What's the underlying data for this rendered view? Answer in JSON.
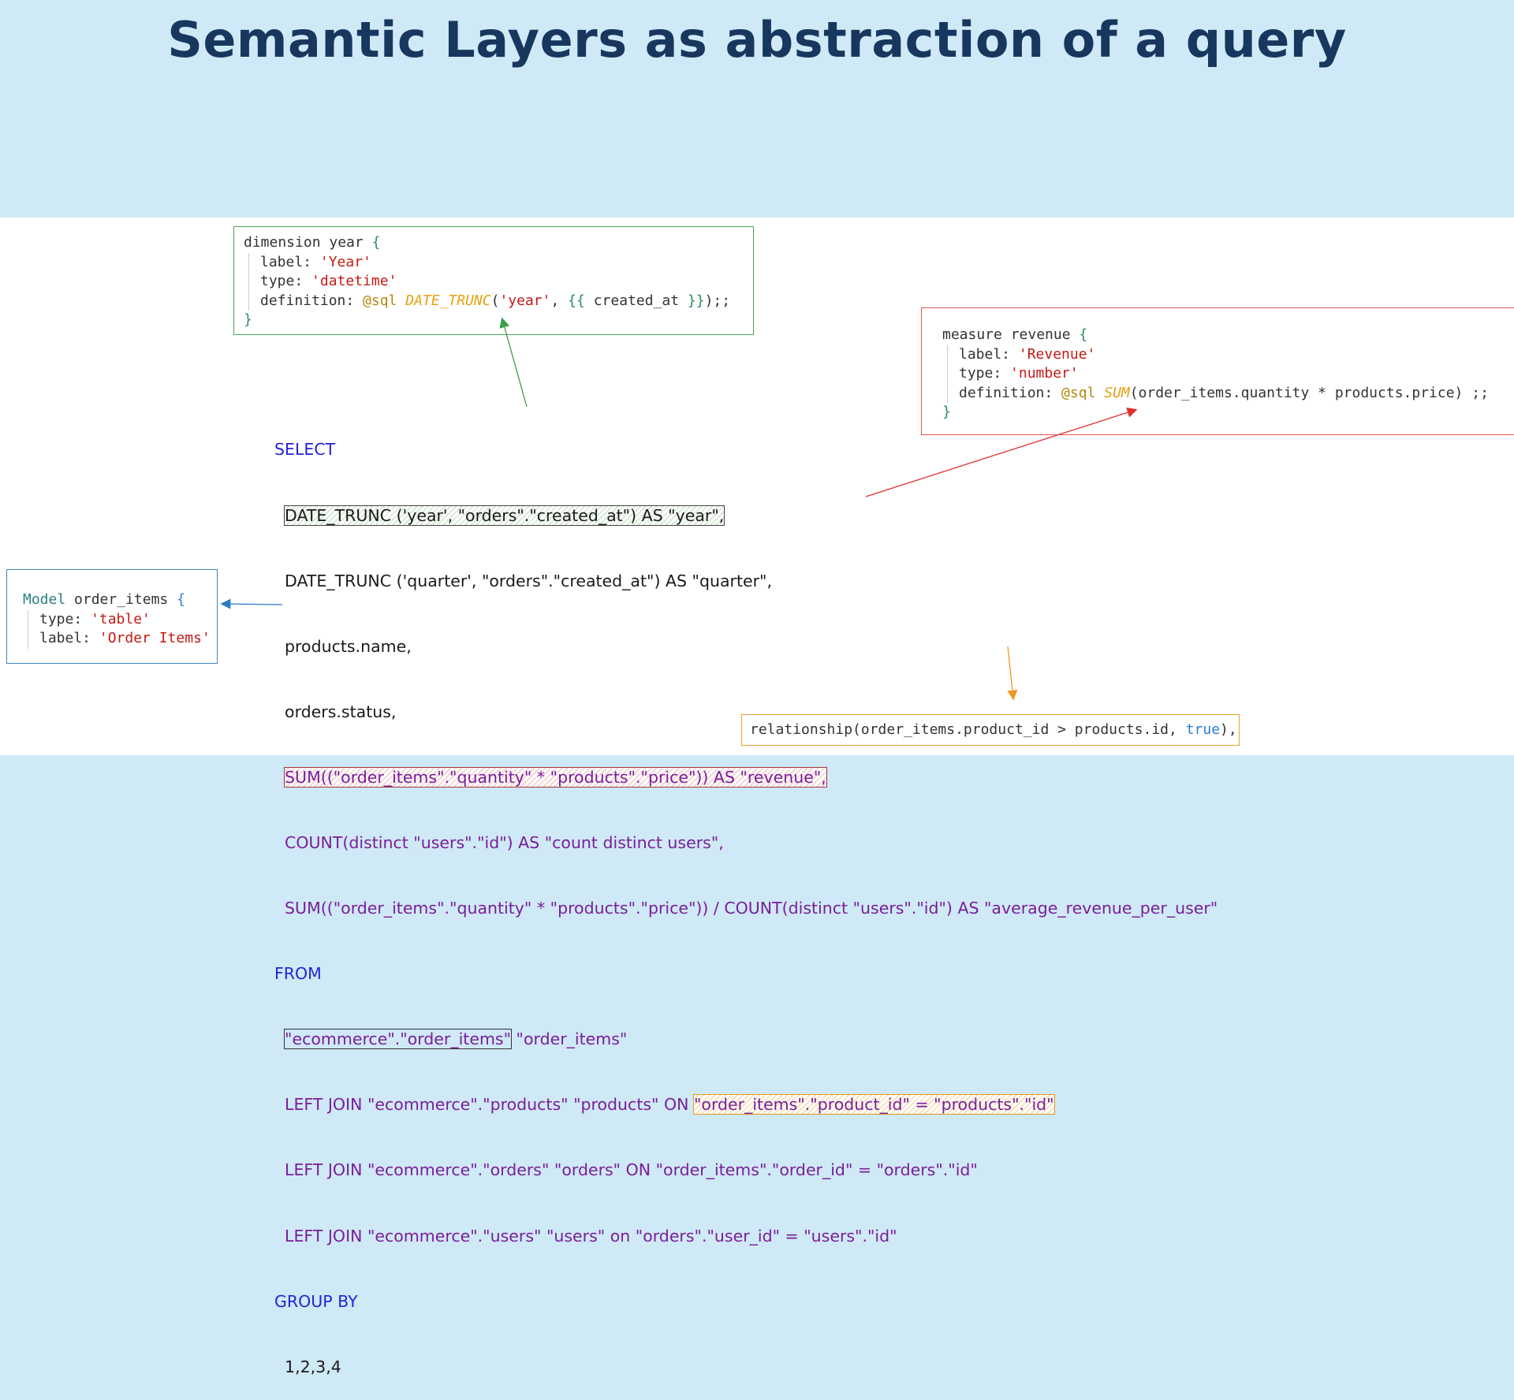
{
  "title": "Semantic Layers as abstraction of a query",
  "dimension_box": {
    "line1_kw": "dimension year ",
    "line1_brace": "{",
    "label_key": "label: ",
    "label_val": "'Year'",
    "type_key": "type: ",
    "type_val": "'datetime'",
    "def_key": "definition: ",
    "def_at": "@sql ",
    "def_fn": "DATE_TRUNC",
    "def_open": "(",
    "def_arg": "'year'",
    "def_mid": ", ",
    "def_tmpl_open": "{{",
    "def_field": " created_at ",
    "def_tmpl_close": "}}",
    "def_end": ");;",
    "close_brace": "}"
  },
  "measure_box": {
    "line1_kw": "measure revenue ",
    "line1_brace": "{",
    "label_key": "label: ",
    "label_val": "'Revenue'",
    "type_key": "type: ",
    "type_val": "'number'",
    "def_key": "definition: ",
    "def_at": "@sql ",
    "def_fn": "SUM",
    "def_expr": "(order_items.quantity * products.price) ;;",
    "close_brace": "}"
  },
  "model_box": {
    "line1_kw": "Model ",
    "line1_name": "order_items ",
    "line1_brace": "{",
    "type_key": "type: ",
    "type_val": "'table'",
    "label_key": "label: ",
    "label_val": "'Order Items'"
  },
  "relationship_box": {
    "text": "relationship(order_items.product_id > products.id, ",
    "bool": "true",
    "end": "),"
  },
  "sql": {
    "select": "SELECT",
    "l1": "DATE_TRUNC ('year', \"orders\".\"created_at\") AS \"year\",",
    "l2": "DATE_TRUNC ('quarter', \"orders\".\"created_at\") AS \"quarter\",",
    "l3": "products.name,",
    "l4": "orders.status,",
    "l5": "SUM((\"order_items\".\"quantity\" * \"products\".\"price\")) AS \"revenue\",",
    "l6": "COUNT(distinct \"users\".\"id\") AS \"count distinct users\",",
    "l7": "SUM((\"order_items\".\"quantity\" * \"products\".\"price\")) / COUNT(distinct \"users\".\"id\") AS \"average_revenue_per_user\"",
    "from": "FROM",
    "f1_hl": "\"ecommerce\".\"order_items\"",
    "f1_rest": " \"order_items\"",
    "j1_pre": "LEFT JOIN \"ecommerce\".\"products\" \"products\" ON ",
    "j1_hl": "\"order_items\".\"product_id\" = \"products\".\"id\"",
    "j2": "LEFT JOIN \"ecommerce\".\"orders\" \"orders\" ON \"order_items\".\"order_id\" = \"orders\".\"id\"",
    "j3": "LEFT JOIN \"ecommerce\".\"users\" \"users\" on \"orders\".\"user_id\" = \"users\".\"id\"",
    "group": "GROUP BY",
    "g1": "1,2,3,4"
  },
  "colors": {
    "dimension_border": "#4aa35a",
    "measure_border": "#e05454",
    "model_border": "#3a85c7",
    "relationship_border": "#f0a030",
    "title": "#17375e",
    "background": "#cfe9f7"
  }
}
